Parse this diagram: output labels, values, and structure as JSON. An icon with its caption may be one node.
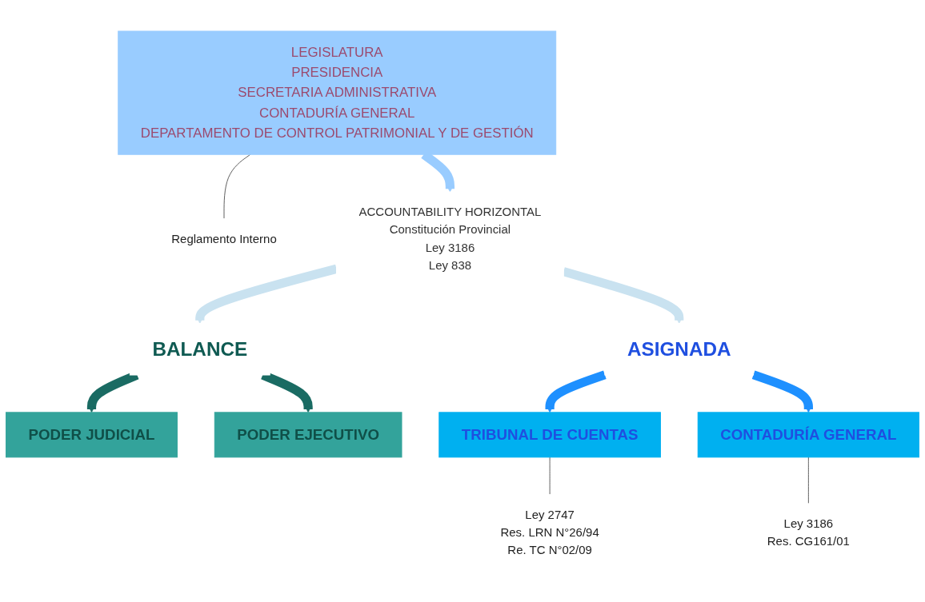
{
  "diagram": {
    "nodes": [
      {
        "text": [
          "LEGISLATURA",
          "PRESIDENCIA",
          "SECRETARIA ADMINISTRATIVA",
          "CONTADURÍA GENERAL",
          "DEPARTAMENTO DE CONTROL PATRIMONIAL Y DE GESTIÓN"
        ]
      },
      {
        "text": [
          "Reglamento Interno"
        ]
      },
      {
        "text": [
          "ACCOUNTABILITY HORIZONTAL",
          "Constitución Provincial",
          "Ley 3186",
          "Ley 838"
        ]
      },
      {
        "text": [
          "BALANCE"
        ]
      },
      {
        "text": [
          "ASIGNADA"
        ]
      },
      {
        "text": [
          "PODER JUDICIAL"
        ]
      },
      {
        "text": [
          "PODER EJECUTIVO"
        ]
      },
      {
        "text": [
          "TRIBUNAL DE CUENTAS"
        ]
      },
      {
        "text": [
          "CONTADURÍA GENERAL"
        ]
      },
      {
        "text": [
          "Ley 2747",
          "Res. LRN N°26/94",
          "Re. TC N°02/09"
        ]
      },
      {
        "text": [
          "Ley 3186",
          "Res. CG161/01"
        ]
      }
    ],
    "edges": [
      {
        "from": 0,
        "to": 1,
        "arrow": "none",
        "color": "#555555"
      },
      {
        "from": 0,
        "to": 2,
        "arrow": "to",
        "color": "#99ccff"
      },
      {
        "from": 2,
        "to": 3,
        "arrow": "to",
        "color": "#c9e2f0"
      },
      {
        "from": 2,
        "to": 4,
        "arrow": "to",
        "color": "#c9e2f0"
      },
      {
        "from": 3,
        "to": 5,
        "arrow": "to",
        "color": "#1a6b63"
      },
      {
        "from": 3,
        "to": 6,
        "arrow": "to",
        "color": "#1a6b63"
      },
      {
        "from": 4,
        "to": 7,
        "arrow": "to",
        "color": "#1e90ff"
      },
      {
        "from": 4,
        "to": 8,
        "arrow": "to",
        "color": "#1e90ff"
      },
      {
        "from": 7,
        "to": 9,
        "arrow": "none",
        "color": "#555555"
      },
      {
        "from": 8,
        "to": 10,
        "arrow": "none",
        "color": "#555555"
      }
    ]
  }
}
